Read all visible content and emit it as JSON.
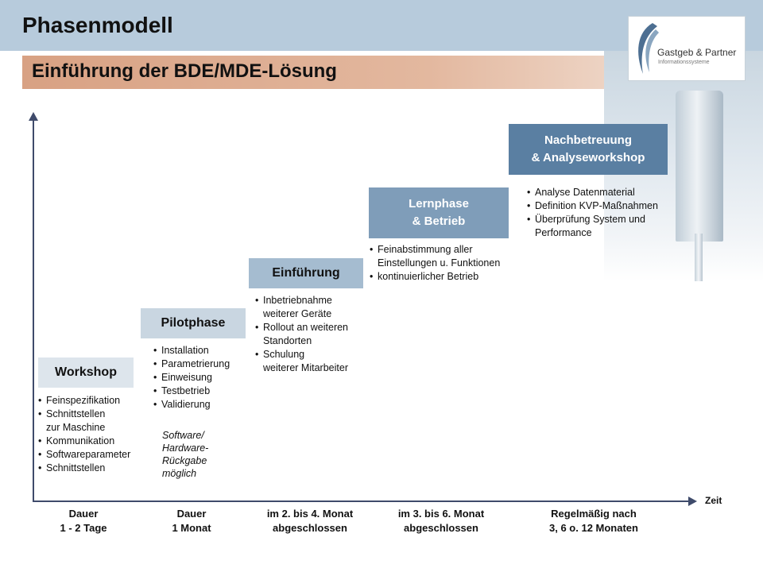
{
  "header": {
    "title": "Phasenmodell",
    "subtitle": "Einführung der BDE/MDE-Lösung"
  },
  "logo": {
    "name": "Gastgeb & Partner",
    "sub": "Informationssysteme"
  },
  "axis": {
    "x_label": "Zeit"
  },
  "phases": [
    {
      "label": "Workshop",
      "color": "#dde5ec",
      "points": [
        "Feinspezifikation",
        "Schnittstellen\nzur Maschine",
        "Kommunikation",
        "Softwareparameter",
        "Schnittstellen"
      ],
      "duration": "Dauer\n1 - 2 Tage"
    },
    {
      "label": "Pilotphase",
      "color": "#c9d6e1",
      "points": [
        "Installation",
        "Parametrierung",
        "Einweisung",
        "Testbetrieb",
        "Validierung"
      ],
      "note": "Software/\nHardware-\nRückgabe\nmöglich",
      "duration": "Dauer\n1 Monat"
    },
    {
      "label": "Einführung",
      "color": "#a5bcd0",
      "points": [
        "Inbetriebnahme\nweiterer Geräte",
        "Rollout an weiteren\nStandorten",
        "Schulung\nweiterer Mitarbeiter"
      ],
      "duration": "im 2. bis 4. Monat\nabgeschlossen"
    },
    {
      "label": "Lernphase\n& Betrieb",
      "color": "#7f9db9",
      "points": [
        "Feinabstimmung aller\nEinstellungen u. Funktionen",
        "kontinuierlicher Betrieb"
      ],
      "duration": "im 3. bis 6. Monat\nabgeschlossen"
    },
    {
      "label": "Nachbetreuung\n& Analyseworkshop",
      "color": "#5a7fa2",
      "points": [
        "Analyse Datenmaterial",
        "Definition KVP-Maßnahmen",
        "Überprüfung System und\nPerformance"
      ],
      "duration": "Regelmäßig nach\n3, 6 o. 12 Monaten"
    }
  ]
}
